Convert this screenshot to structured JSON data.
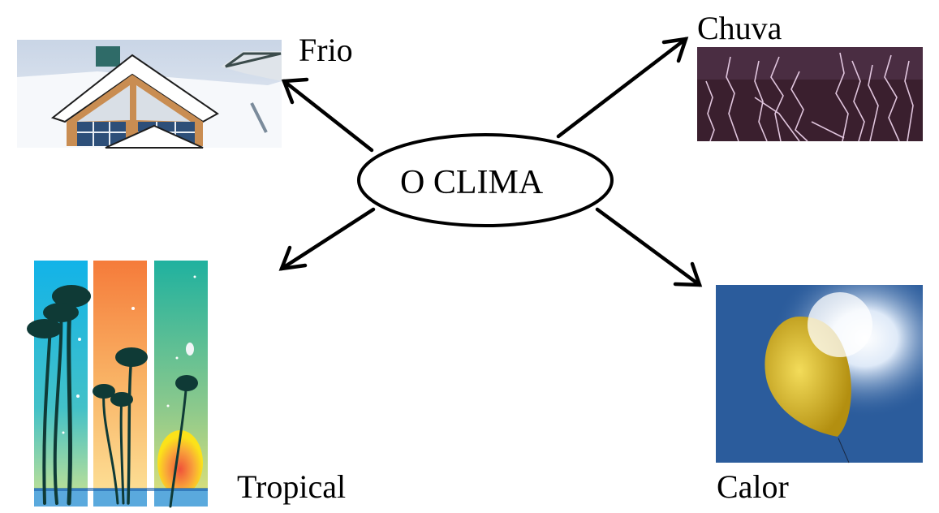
{
  "diagram": {
    "center": {
      "label": "O CLIMA"
    },
    "branches": [
      {
        "id": "frio",
        "label": "Frio",
        "image": "snow-covered-house-image"
      },
      {
        "id": "chuva",
        "label": "Chuva",
        "image": "lightning-storm-image"
      },
      {
        "id": "tropical",
        "label": "Tropical",
        "image": "tropical-palm-trees-image"
      },
      {
        "id": "calor",
        "label": "Calor",
        "image": "yellow-balloon-sun-image"
      }
    ],
    "colors": {
      "line": "#000000",
      "sky_cold": "#dfe6ef",
      "storm": "#3a1f2e",
      "lightning": "#f2d7f0",
      "calor_sky": "#2b5c9c",
      "balloon": "#e0c020"
    }
  }
}
